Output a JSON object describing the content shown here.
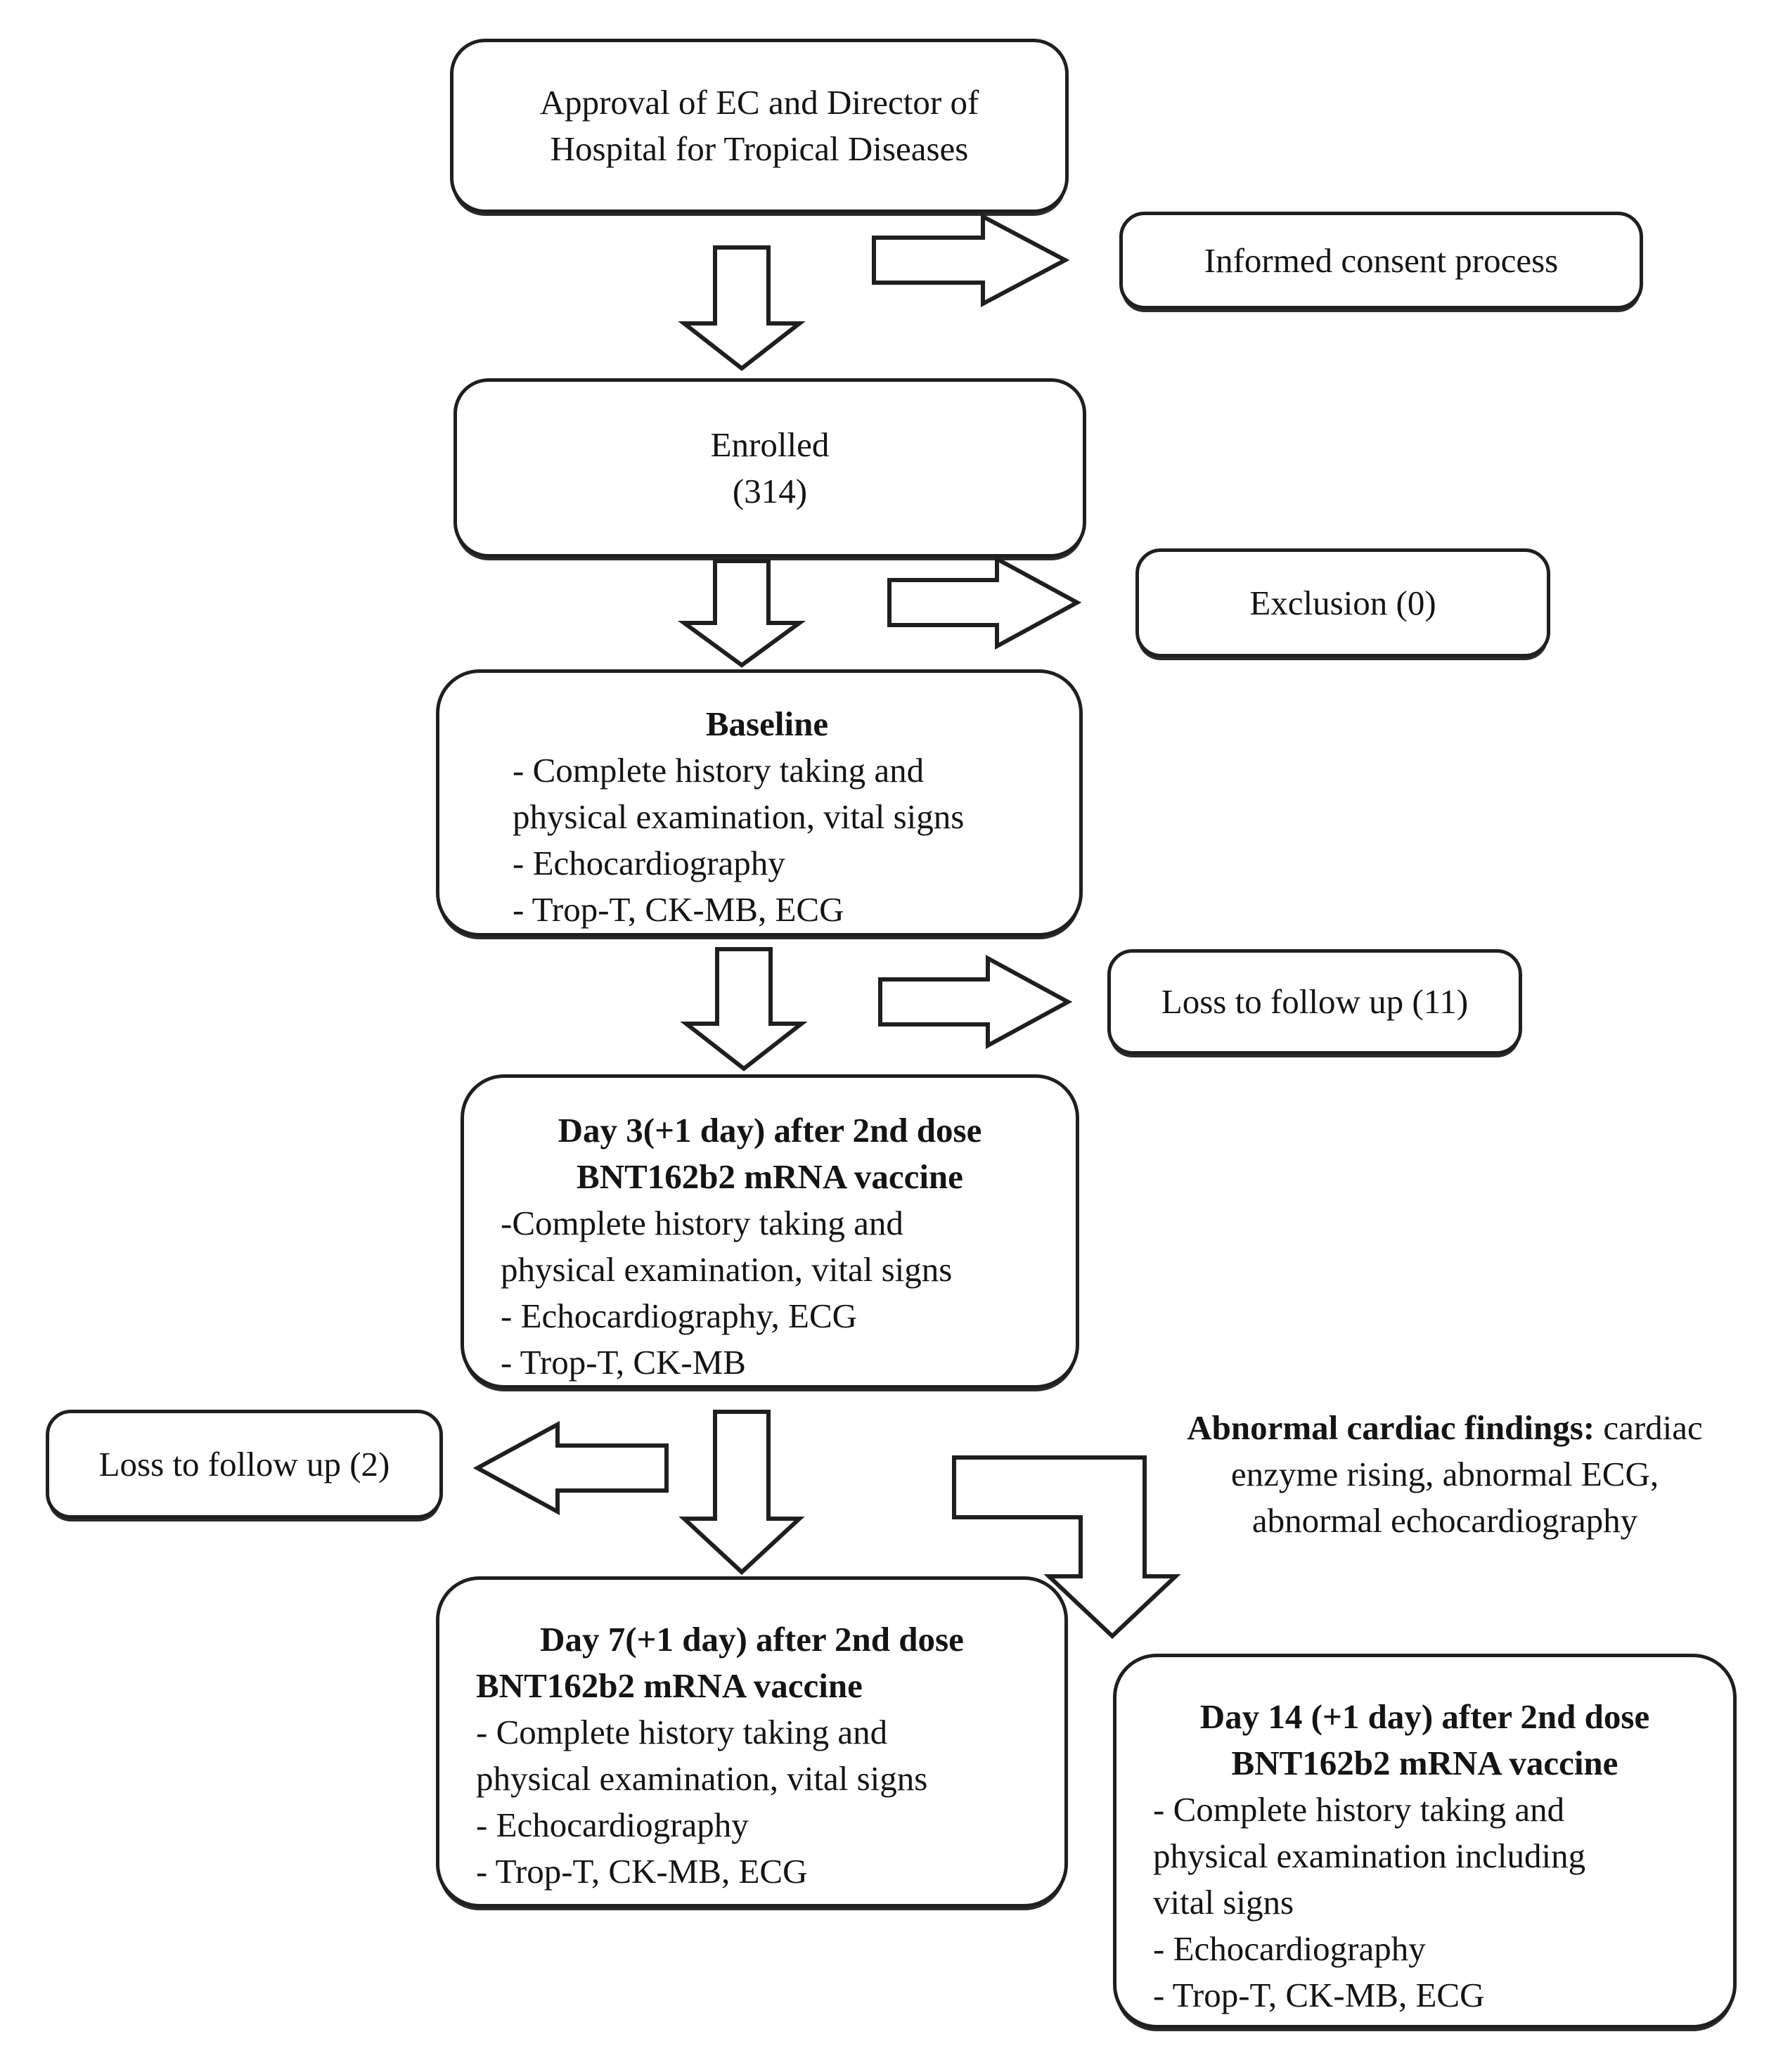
{
  "colors": {
    "ink": "#1f1f1f",
    "background": "#ffffff"
  },
  "boxes": {
    "approval": {
      "line1": "Approval of EC and Director of",
      "line2": "Hospital for Tropical Diseases"
    },
    "informed": {
      "label": "Informed consent process"
    },
    "enrolled": {
      "line1": "Enrolled",
      "line2": "(314)"
    },
    "exclusion": {
      "label": "Exclusion (0)"
    },
    "baseline": {
      "title": "Baseline",
      "lines": [
        "- Complete history taking and",
        "physical examination, vital signs",
        "- Echocardiography",
        "- Trop-T, CK-MB, ECG"
      ]
    },
    "loss11": {
      "label": "Loss to follow up (11)"
    },
    "day3": {
      "title1": "Day 3(+1 day) after 2nd dose",
      "title2": "BNT162b2 mRNA vaccine",
      "lines": [
        "-Complete history taking and",
        "physical examination, vital signs",
        "- Echocardiography, ECG",
        "- Trop-T, CK-MB"
      ]
    },
    "loss2": {
      "label": "Loss to follow up (2)"
    },
    "day7": {
      "title1": "Day 7(+1 day) after 2nd dose",
      "title2": "BNT162b2 mRNA vaccine",
      "lines": [
        "- Complete history taking and",
        "physical examination, vital signs",
        "- Echocardiography",
        "- Trop-T, CK-MB, ECG"
      ]
    },
    "day14": {
      "title1": "Day 14 (+1 day) after 2nd dose",
      "title2": "BNT162b2 mRNA vaccine",
      "lines": [
        "- Complete history taking and",
        "physical examination including",
        "vital signs",
        "- Echocardiography",
        "- Trop-T, CK-MB, ECG"
      ]
    }
  },
  "abnormal": {
    "bold": "Abnormal cardiac findings:",
    "line1_rest": " cardiac",
    "line2": "enzyme rising, abnormal ECG,",
    "line3": "abnormal echocardiography"
  }
}
